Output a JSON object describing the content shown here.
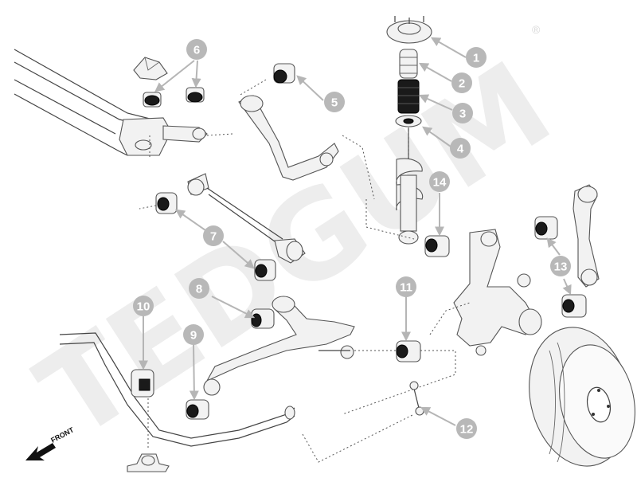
{
  "watermark": {
    "text": "TEDGUM",
    "registered": "®"
  },
  "front_label": "FRONT",
  "callouts": [
    {
      "n": "1"
    },
    {
      "n": "2"
    },
    {
      "n": "3"
    },
    {
      "n": "4"
    },
    {
      "n": "5"
    },
    {
      "n": "6"
    },
    {
      "n": "7"
    },
    {
      "n": "8"
    },
    {
      "n": "9"
    },
    {
      "n": "10"
    },
    {
      "n": "11"
    },
    {
      "n": "12"
    },
    {
      "n": "13"
    },
    {
      "n": "14"
    }
  ]
}
